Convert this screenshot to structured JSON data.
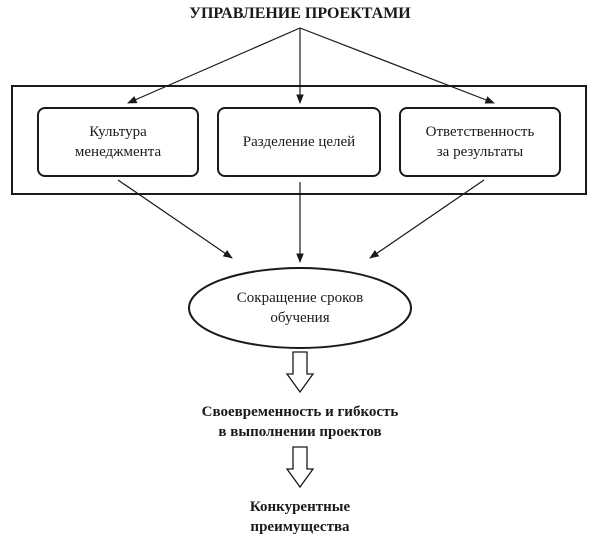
{
  "title": "УПРАВЛЕНИЕ ПРОЕКТАМИ",
  "boxes": [
    {
      "line1": "Культура",
      "line2": "менеджмента"
    },
    {
      "line1": "Разделение целей",
      "line2": ""
    },
    {
      "line1": "Ответственность",
      "line2": "за результаты"
    }
  ],
  "ellipse": {
    "line1": "Сокращение сроков",
    "line2": "обучения"
  },
  "result1": {
    "line1": "Своевременность и гибкость",
    "line2": "в выполнении проектов"
  },
  "result2": {
    "line1": "Конкурентные",
    "line2": "преимущества"
  }
}
